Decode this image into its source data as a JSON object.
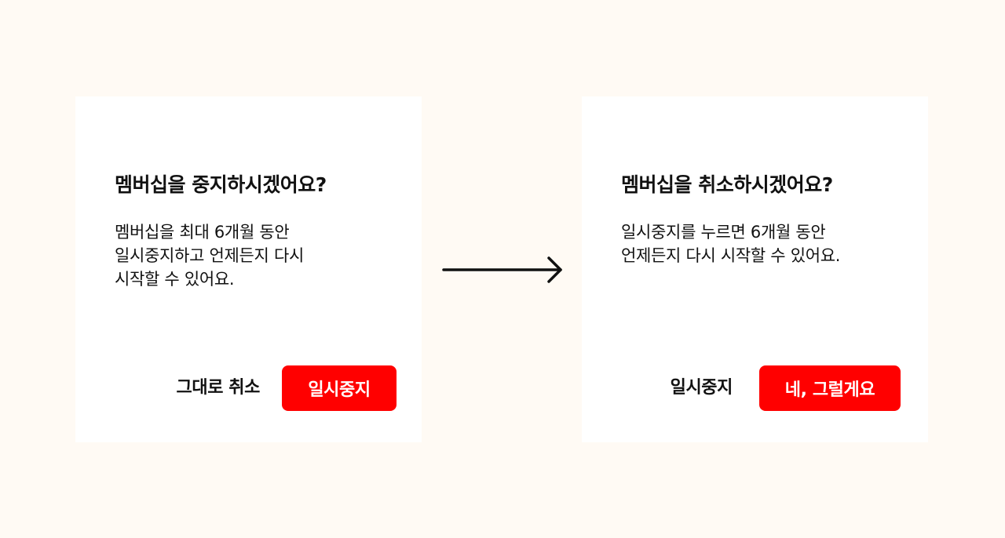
{
  "pause_dialog": {
    "title": "멤버십을 중지하시겠어요?",
    "body": "멤버십을 최대 6개월 동안\n일시중지하고 언제든지 다시\n시작할 수 있어요.",
    "secondary_label": "그대로 취소",
    "primary_label": "일시중지"
  },
  "cancel_dialog": {
    "title": "멤버십을 취소하시겠어요?",
    "body": "일시중지를 누르면 6개월 동안\n언제든지 다시 시작할 수 있어요.",
    "secondary_label": "일시중지",
    "primary_label": "네, 그럴게요"
  },
  "colors": {
    "background": "#fffaf4",
    "card": "#ffffff",
    "accent": "#ff0000",
    "text": "#111111"
  },
  "icons": {
    "flow": "arrow-right-icon"
  }
}
